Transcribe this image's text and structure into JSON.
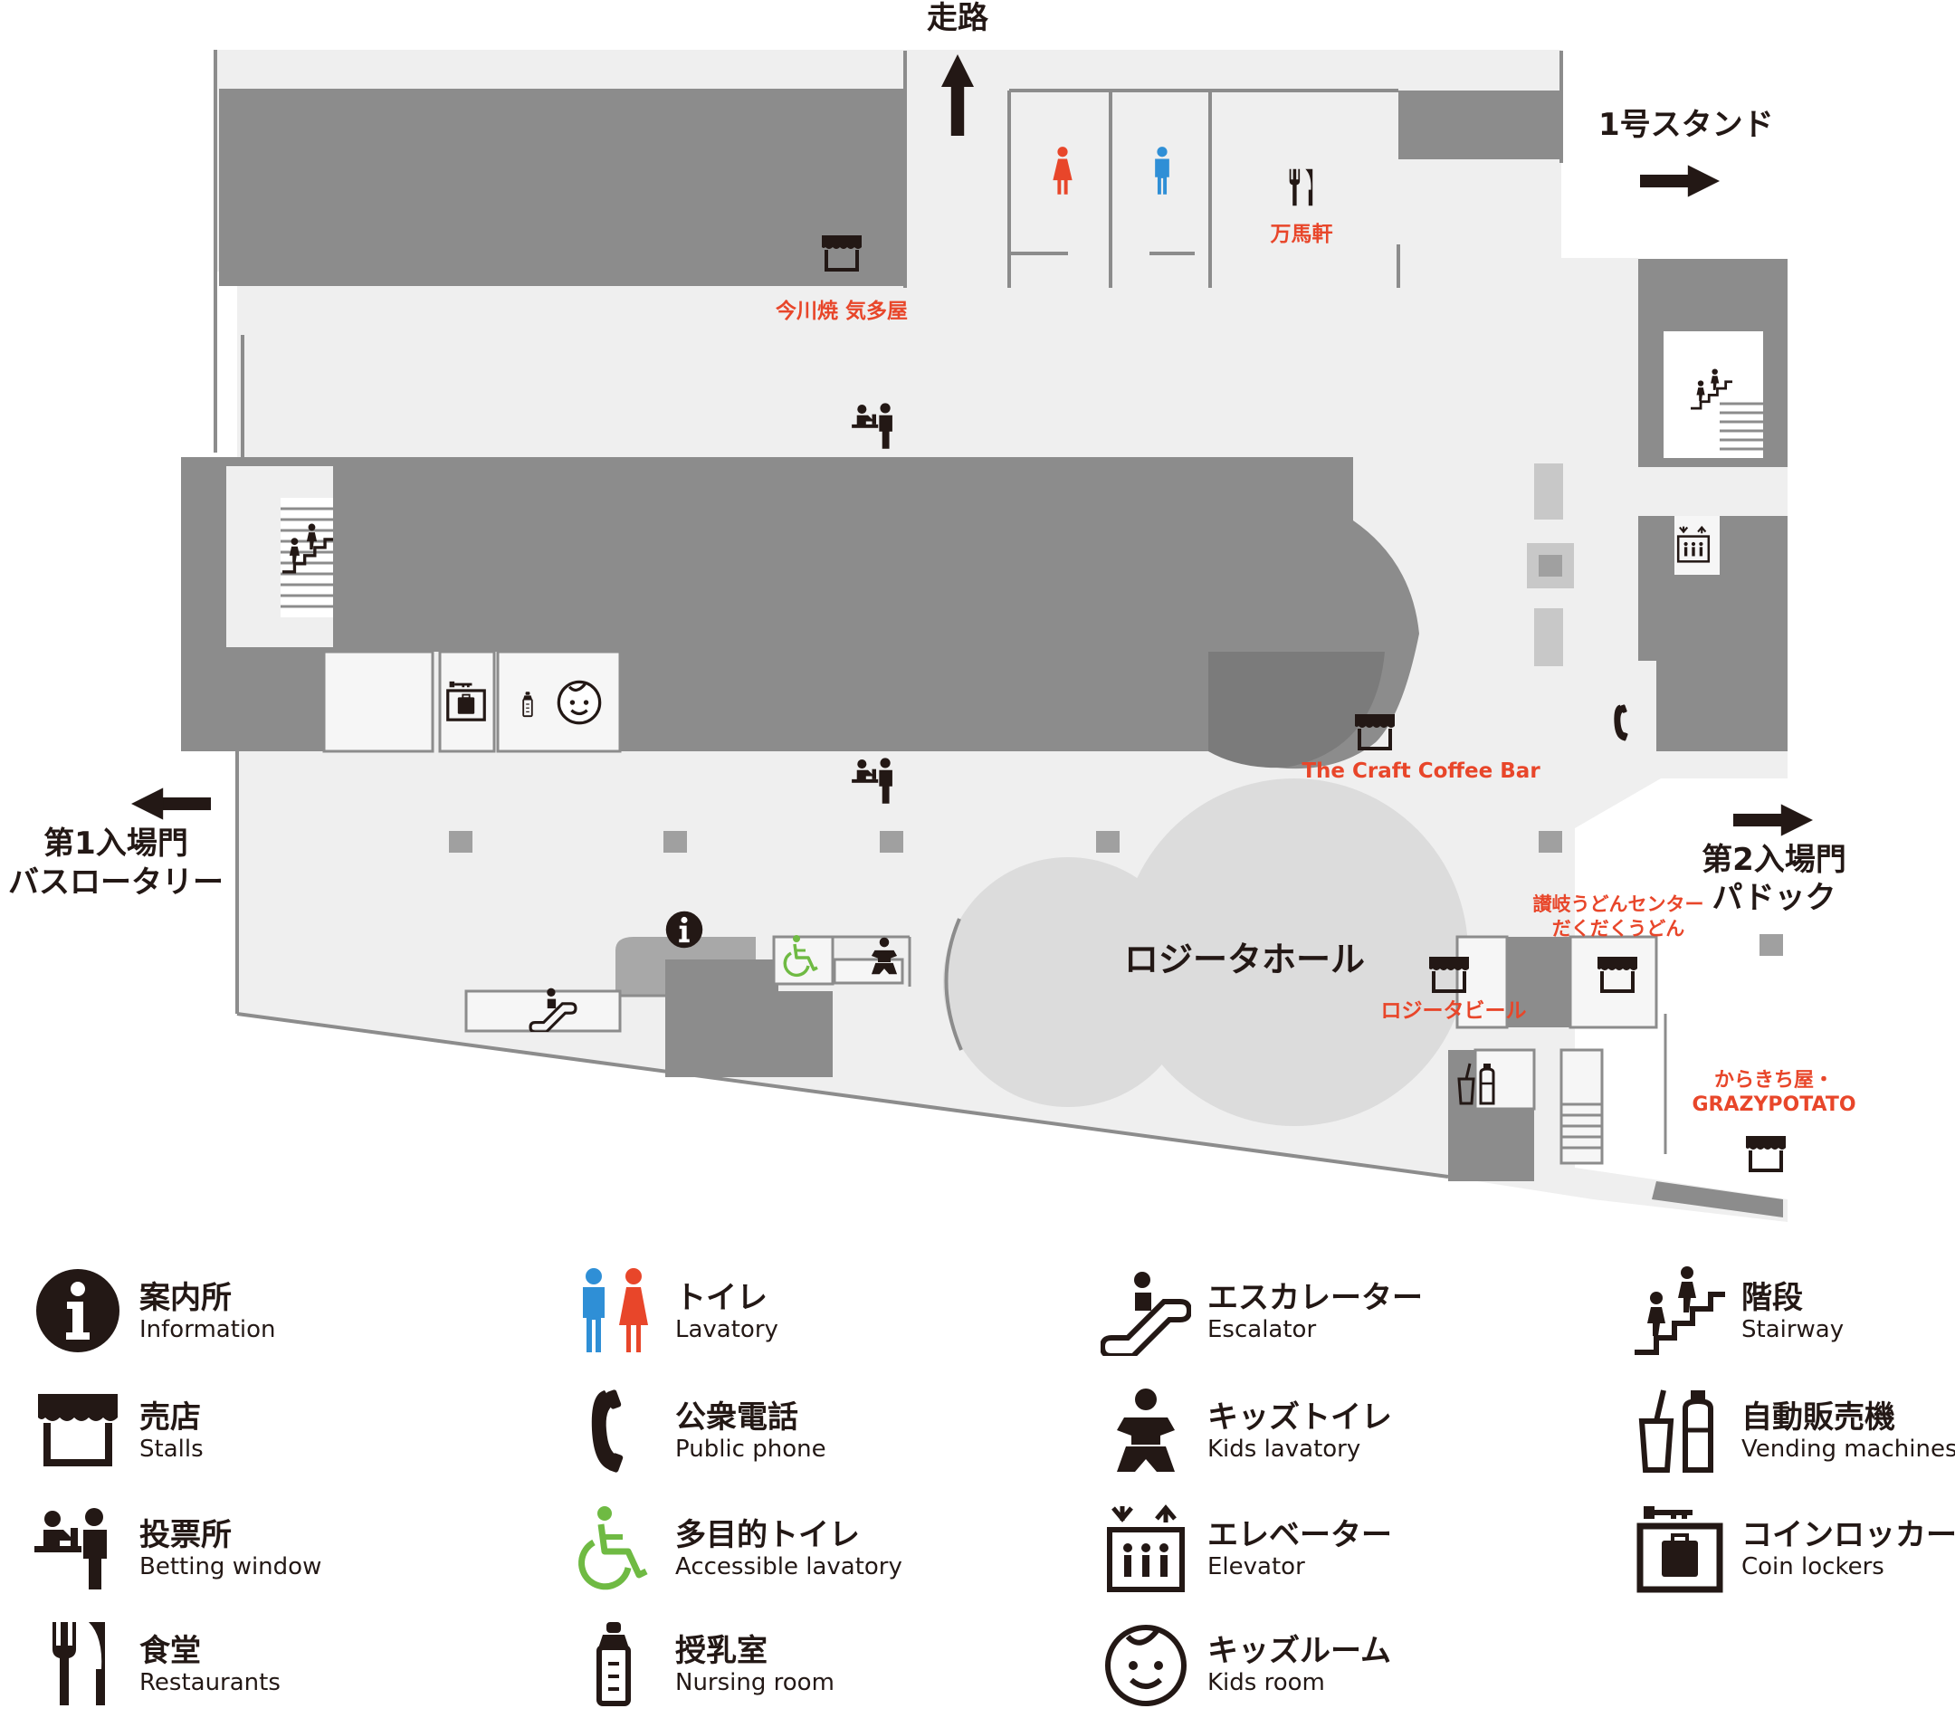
{
  "colors": {
    "floor": "#efefef",
    "block": "#8c8c8c",
    "hall": "#dcdcdc",
    "text": "#231815",
    "accent_red": "#e8462a",
    "lavatory_blue": "#2f8fd6",
    "accessible_green": "#6fba43"
  },
  "map": {
    "direction_labels": {
      "runway": "走路",
      "stand1": "1号スタンド",
      "gate1_line1": "第1入場門",
      "gate1_line2": "バスロータリー",
      "gate2_line1": "第2入場門",
      "gate2_line2": "パドック"
    },
    "hall_label": "ロジータホール",
    "shops": {
      "imagawayaki": "今川焼 気多屋",
      "mabaken": "万馬軒",
      "craft_coffee": "The Craft Coffee Bar",
      "udon_line1": "讃岐うどんセンター",
      "udon_line2": "だくだくうどん",
      "rosita_beer": "ロジータビール",
      "karakichi_line1": "からきち屋・",
      "karakichi_line2": "GRAZYPOTATO"
    }
  },
  "legend": {
    "items": [
      {
        "icon": "information-icon",
        "ja": "案内所",
        "en": "Information"
      },
      {
        "icon": "lavatory-icon",
        "ja": "トイレ",
        "en": "Lavatory"
      },
      {
        "icon": "escalator-icon",
        "ja": "エスカレーター",
        "en": "Escalator"
      },
      {
        "icon": "stairway-icon",
        "ja": "階段",
        "en": "Stairway"
      },
      {
        "icon": "stall-icon",
        "ja": "売店",
        "en": "Stalls"
      },
      {
        "icon": "public-phone-icon",
        "ja": "公衆電話",
        "en": "Public phone"
      },
      {
        "icon": "kids-lavatory-icon",
        "ja": "キッズトイレ",
        "en": "Kids lavatory"
      },
      {
        "icon": "vending-machine-icon",
        "ja": "自動販売機",
        "en": "Vending machines"
      },
      {
        "icon": "betting-window-icon",
        "ja": "投票所",
        "en": "Betting window"
      },
      {
        "icon": "accessible-lavatory-icon",
        "ja": "多目的トイレ",
        "en": "Accessible lavatory"
      },
      {
        "icon": "elevator-icon",
        "ja": "エレベーター",
        "en": "Elevator"
      },
      {
        "icon": "coin-locker-icon",
        "ja": "コインロッカー",
        "en": "Coin lockers"
      },
      {
        "icon": "restaurant-icon",
        "ja": "食堂",
        "en": "Restaurants"
      },
      {
        "icon": "nursing-room-icon",
        "ja": "授乳室",
        "en": "Nursing room"
      },
      {
        "icon": "kids-room-icon",
        "ja": "キッズルーム",
        "en": "Kids room"
      }
    ]
  }
}
